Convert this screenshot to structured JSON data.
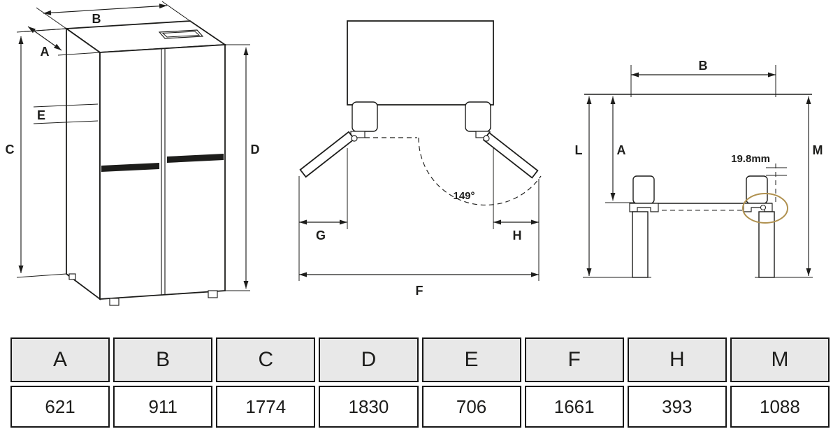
{
  "diagram": {
    "perspective_view": {
      "dim_labels": {
        "A": "A",
        "B": "B",
        "C": "C",
        "D": "D",
        "E": "E"
      }
    },
    "top_view": {
      "dim_labels": {
        "G": "G",
        "H": "H",
        "F": "F"
      },
      "door_angle": "149°"
    },
    "bottom_view": {
      "dim_labels": {
        "B": "B",
        "A": "A",
        "L": "L",
        "M": "M"
      },
      "hinge_clearance": "19.8mm"
    }
  },
  "table": {
    "headers": [
      "A",
      "B",
      "C",
      "D",
      "E",
      "F",
      "H",
      "M"
    ],
    "values": [
      "621",
      "911",
      "1774",
      "1830",
      "706",
      "1661",
      "393",
      "1088"
    ]
  },
  "colors": {
    "line": "#1d1d1b",
    "table_header_bg": "#e8e8e8",
    "highlight_ellipse": "#b0914f"
  }
}
